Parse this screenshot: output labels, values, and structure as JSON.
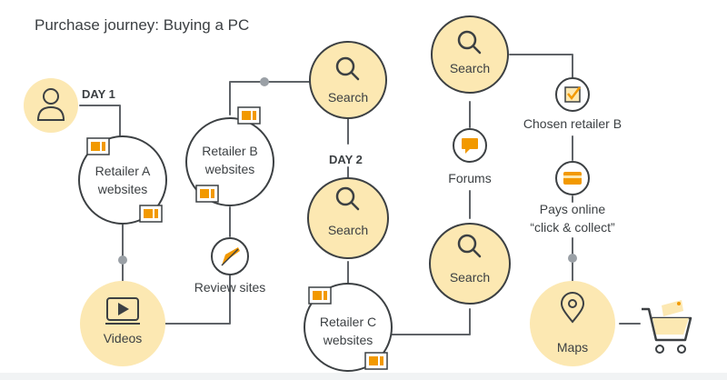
{
  "title": "Purchase journey: Buying a PC",
  "days": {
    "day1": "DAY 1",
    "day2": "DAY 2"
  },
  "nodes": {
    "retailer_a": "Retailer A\nwebsites",
    "videos": "Videos",
    "review_sites": "Review sites",
    "retailer_b": "Retailer B\nwebsites",
    "search_1": "Search",
    "search_2": "Search",
    "retailer_c": "Retailer C\nwebsites",
    "search_3": "Search",
    "forums": "Forums",
    "search_4": "Search",
    "chosen_retailer": "Chosen retailer B",
    "pays_online": "Pays online\n“click & collect”",
    "maps": "Maps"
  },
  "colors": {
    "accent": "#fce8b2",
    "accent_dark": "#f9ab00",
    "line": "#5f6368",
    "circle_stroke": "#3c4043"
  }
}
